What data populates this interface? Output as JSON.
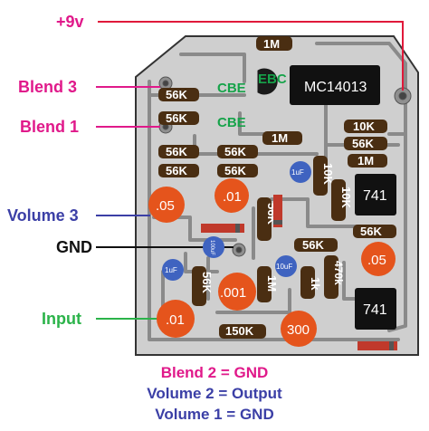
{
  "colors": {
    "board": "#cfcfcf",
    "trace": "#8a8a8a",
    "resistor": "#4a2e12",
    "ceramic_cap": "#e5541c",
    "electrolytic": "#3f63c0",
    "ic": "#111111",
    "diode": "#c0392b",
    "magenta": "#e0198a",
    "blue": "#3b3fa6",
    "green": "#2bb34a",
    "red_wire": "#e0193a",
    "transistor_label": "#16a34a"
  },
  "external_labels": {
    "power": "+9v",
    "blend3": "Blend 3",
    "blend1": "Blend 1",
    "volume3": "Volume 3",
    "gnd": "GND",
    "input": "Input"
  },
  "chips": {
    "mc14013": "MC14013",
    "op_amp_top": "741",
    "op_amp_bottom": "741"
  },
  "transistors": {
    "cbe_top": "CBE",
    "ebc": "EBC",
    "cbe_mid": "CBE"
  },
  "resistors": {
    "r_1m_top": "1M",
    "r_56k_a": "56K",
    "r_56k_b": "56K",
    "r_1m_mid": "1M",
    "r_56k_c": "56K",
    "r_56k_d": "56K",
    "r_56k_e": "56K",
    "r_56k_f": "56K",
    "r_10k_a": "10K",
    "r_56k_g": "56K",
    "r_1m_right": "1M",
    "r_10k_b": "10K",
    "r_10k_c": "10K",
    "r_56k_v": "56K",
    "r_56k_h": "56K",
    "r_56k_i": "56K",
    "r_56k_j": "56K",
    "r_1m_v": "1M",
    "r_1k": "1k",
    "r_470k": "470k",
    "r_150k": "150K"
  },
  "capacitors": {
    "c_05_left": ".05",
    "c_01_top": ".01",
    "c_05_right": ".05",
    "c_001": ".001",
    "c_01_bottom": ".01",
    "c_300": "300",
    "e_1uf_top": "1uF",
    "e_100uf_mid": "100uF",
    "e_1uf_left": "1uF",
    "e_10uf": "10uF"
  },
  "legend": {
    "line1": "Blend 2 = GND",
    "line2": "Volume 2 = Output",
    "line3": "Volume 1 = GND"
  }
}
